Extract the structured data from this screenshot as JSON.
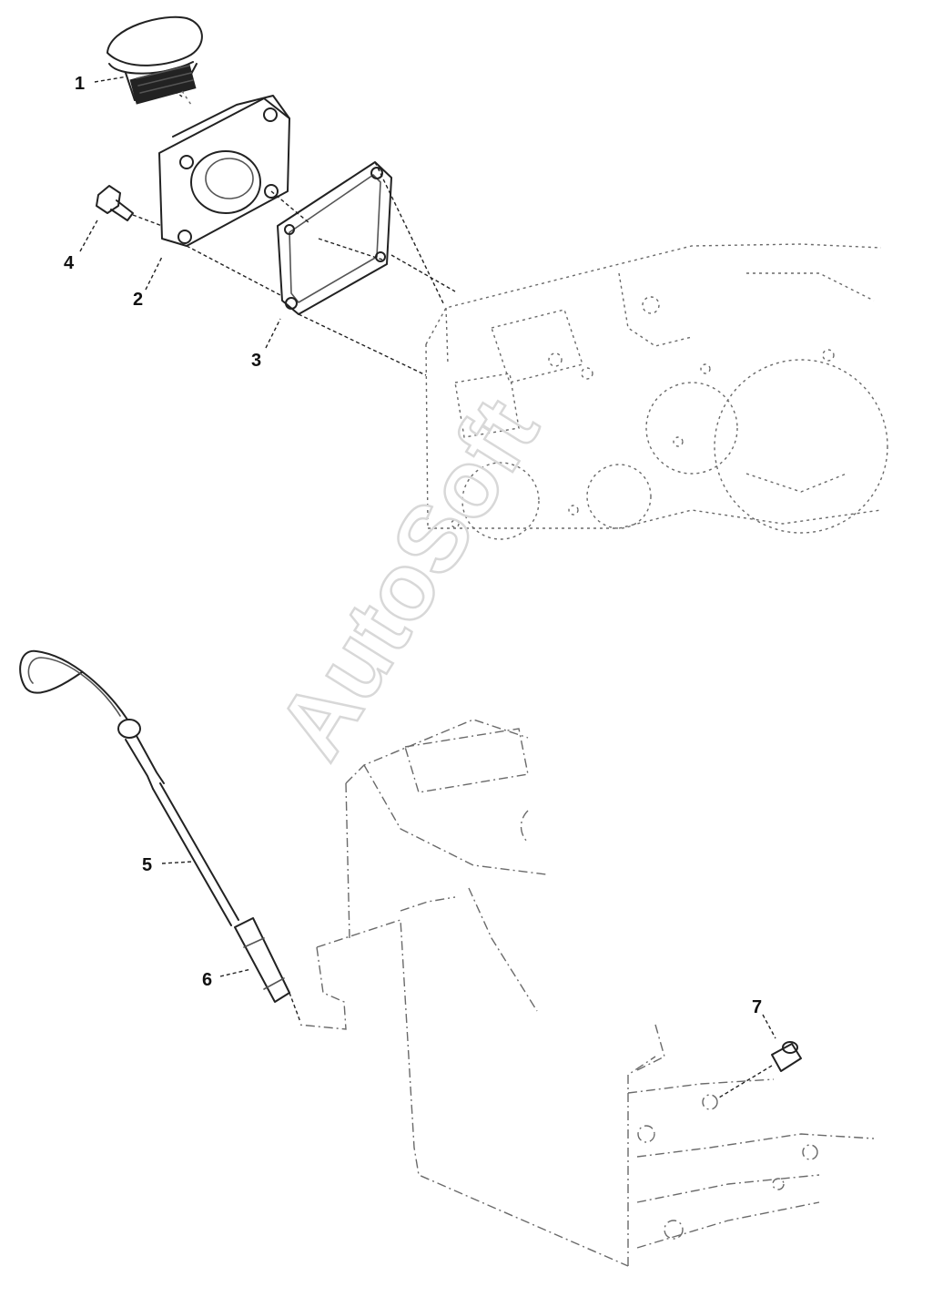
{
  "watermark": "AutoSoft",
  "callouts": [
    "1",
    "2",
    "3",
    "4",
    "5",
    "6",
    "7"
  ],
  "colors": {
    "line": "#222222",
    "watermark": "#d8d8d8",
    "background": "#ffffff"
  }
}
